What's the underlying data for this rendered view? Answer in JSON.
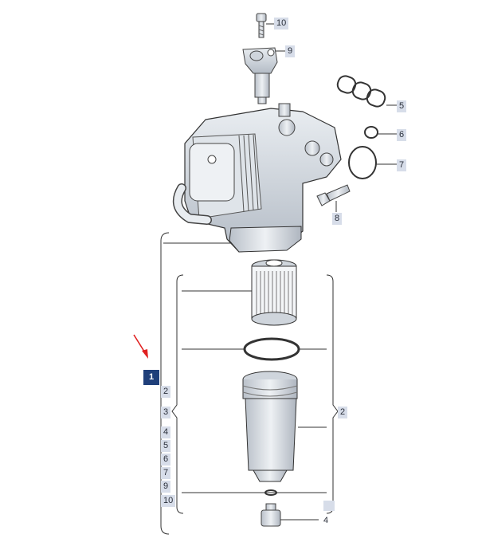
{
  "callouts_top": [
    "10",
    "9",
    "5",
    "6",
    "7",
    "8"
  ],
  "assembly_label": "1",
  "side_list": [
    "2",
    "3",
    "4",
    "5",
    "6",
    "7",
    "9",
    "10"
  ],
  "callout_right": "2",
  "callout_bottom": "4",
  "colors": {
    "highlight": "#1f3f7a",
    "tag": "#d7dde9",
    "arrow": "#e02020",
    "line": "#333333"
  }
}
